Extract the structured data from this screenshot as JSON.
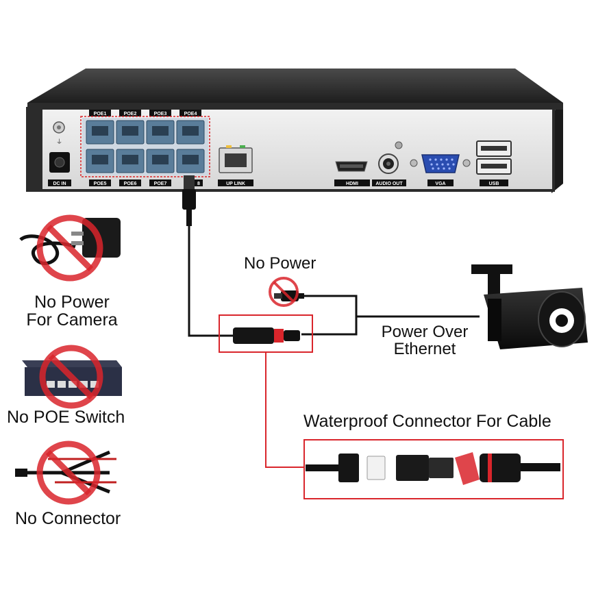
{
  "nvr": {
    "poe_top": [
      "POE1",
      "POE2",
      "POE3",
      "POE4"
    ],
    "poe_bottom": [
      "POE5",
      "POE6",
      "POE7",
      "8"
    ],
    "dc_in": "DC IN",
    "uplink": "UP LINK",
    "hdmi": "HDMI",
    "audio_out": "AUDIO OUT",
    "vga": "VGA",
    "usb": "USB"
  },
  "labels": {
    "no_power": "No Power",
    "poe_over_ethernet": [
      "Power Over",
      "Ethernet"
    ],
    "waterproof": "Waterproof Connector For Cable",
    "no_power_camera": [
      "No Power",
      "For Camera"
    ],
    "no_poe_switch": "No POE Switch",
    "no_connector": "No Connector"
  },
  "colors": {
    "highlight_red": "#d9252b",
    "chassis": "#e6e6e6",
    "chassis_dark": "#2b2b2b",
    "port_blue": "#5a7d9a"
  }
}
